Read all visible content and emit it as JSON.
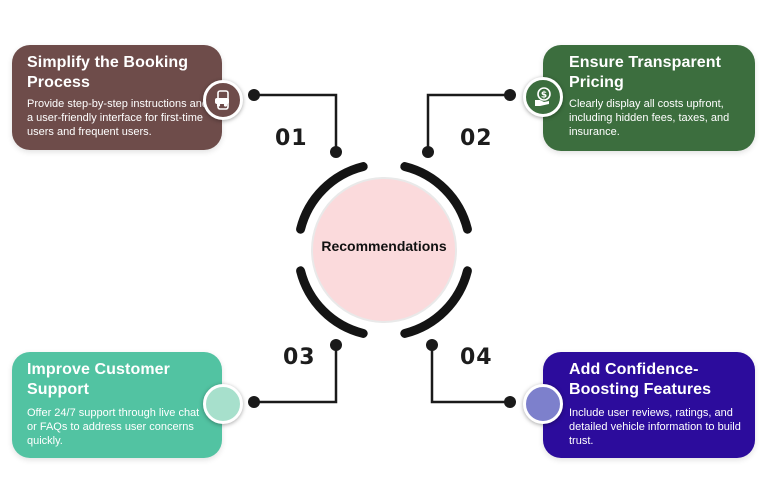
{
  "center": {
    "label": "Recommendations",
    "fill_color": "#fbdadc",
    "ring_color": "#141414"
  },
  "cards": [
    {
      "number": "01",
      "title": "Simplify the Booking Process",
      "description": "Provide step-by-step instructions and a user-friendly interface for first-time users and frequent users.",
      "color": "#6e4c4a",
      "icon": "car-booking-phone-icon"
    },
    {
      "number": "02",
      "title": "Ensure Transparent Pricing",
      "description": "Clearly display all costs upfront, including hidden fees, taxes, and insurance.",
      "color": "#3c6e3e",
      "icon": "price-coin-hand-icon"
    },
    {
      "number": "03",
      "title": "Improve Customer Support",
      "description": "Offer 24/7 support through live chat or FAQs to address user concerns quickly.",
      "color": "#52c3a2",
      "icon": "support-dot-icon"
    },
    {
      "number": "04",
      "title": "Add Confidence-Boosting Features",
      "description": "Include user reviews, ratings, and detailed vehicle information to build trust.",
      "color": "#2c0c9c",
      "icon": "features-dot-icon"
    }
  ]
}
